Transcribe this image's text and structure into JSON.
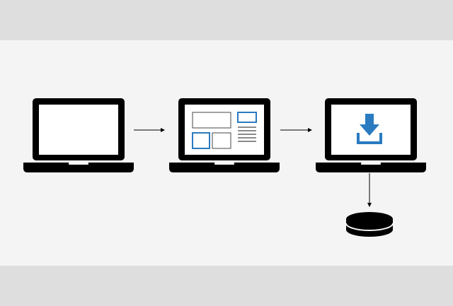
{
  "diagram": {
    "colors": {
      "outer_band": "#dedede",
      "panel": "#f4f4f4",
      "device": "#000000",
      "screen": "#ffffff",
      "accent": "#2a7bc0",
      "outline_gray": "#444444"
    },
    "nodes": [
      {
        "id": "blank-laptop",
        "icon": "laptop-icon",
        "screen_content": "empty"
      },
      {
        "id": "web-page-laptop",
        "icon": "laptop-icon",
        "screen_content": "page-layout-wireframe"
      },
      {
        "id": "download-laptop",
        "icon": "laptop-icon",
        "screen_content": "download-icon"
      },
      {
        "id": "storage-disk",
        "icon": "database-disk-icon"
      }
    ],
    "edges": [
      {
        "from": "blank-laptop",
        "to": "web-page-laptop",
        "direction": "right"
      },
      {
        "from": "web-page-laptop",
        "to": "download-laptop",
        "direction": "right"
      },
      {
        "from": "download-laptop",
        "to": "storage-disk",
        "direction": "down"
      }
    ]
  }
}
